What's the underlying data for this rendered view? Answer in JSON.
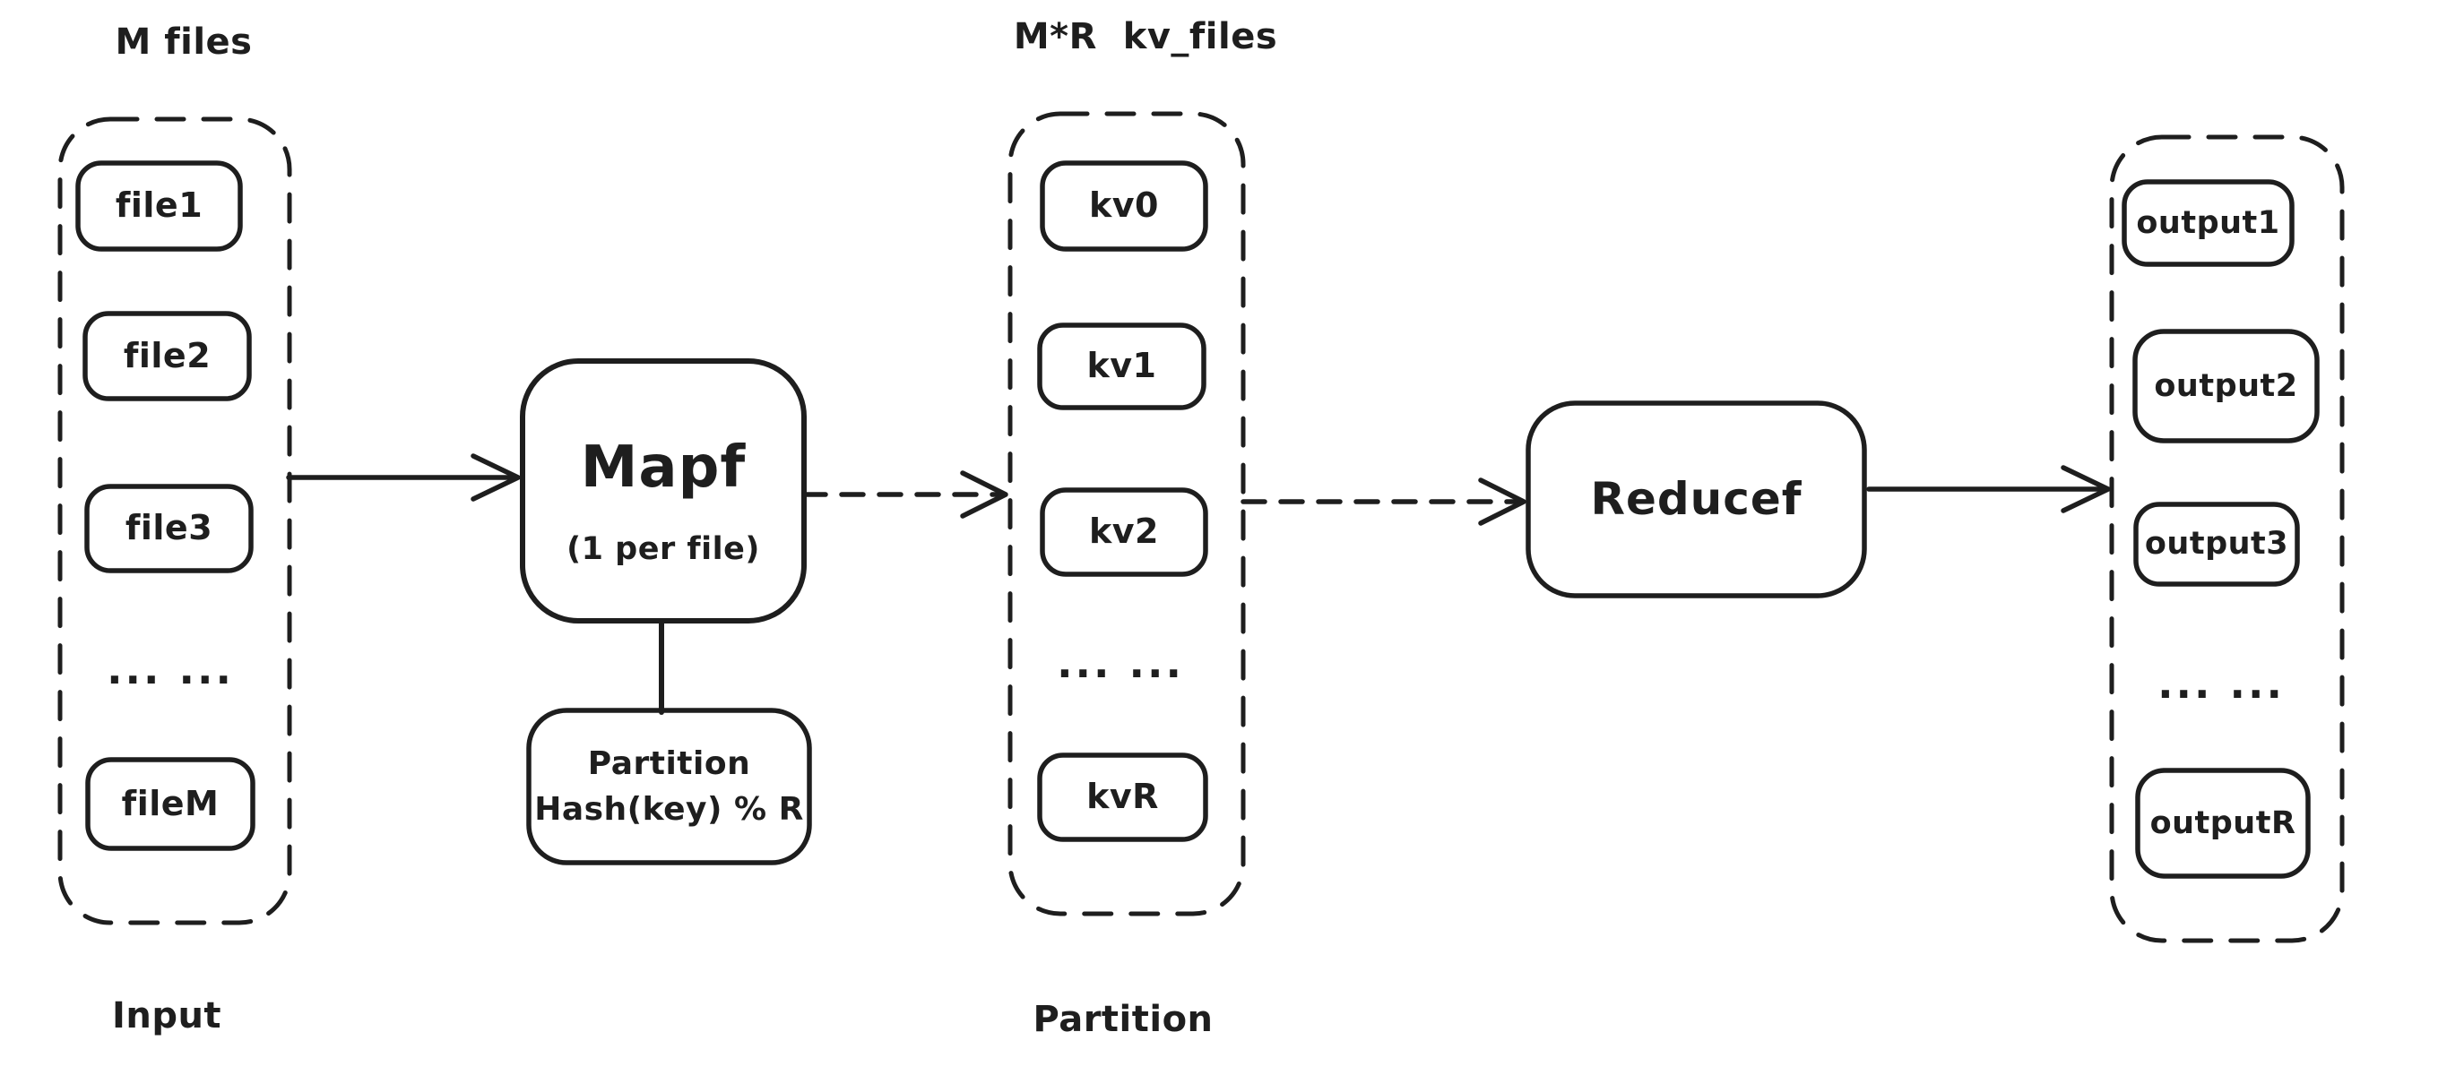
{
  "diagram": {
    "background": "#ffffff",
    "stroke_color": "#1e1e1e",
    "input_group": {
      "top_label": "M files",
      "bottom_label": "Input",
      "items": [
        "file1",
        "file2",
        "file3",
        "... ...",
        "fileM"
      ]
    },
    "map_node": {
      "title": "Mapf",
      "subtitle": "(1 per file)"
    },
    "partition_node": {
      "line1": "Partition",
      "line2": "Hash(key) % R"
    },
    "kv_group": {
      "top_label": "M*R  kv_files",
      "bottom_label": "Partition",
      "items": [
        "kv0",
        "kv1",
        "kv2",
        "... ...",
        "kvR"
      ]
    },
    "reduce_node": {
      "title": "Reducef"
    },
    "output_group": {
      "items": [
        "output1",
        "output2",
        "output3",
        "... ...",
        "outputR"
      ]
    }
  }
}
